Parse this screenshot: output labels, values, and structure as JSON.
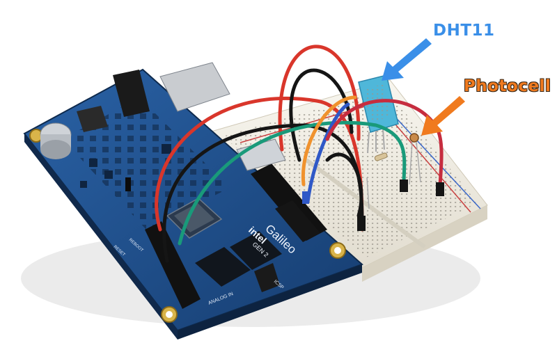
{
  "labels": {
    "dht11": "DHT11",
    "photocell": "Photocell"
  },
  "board_text": {
    "brand": "intel",
    "product": "Galileo",
    "generation": "GEN 2",
    "analog_header": "ANALOG IN",
    "reset": "RESET",
    "reboot": "REBOOT",
    "icsp": "ICSP"
  },
  "colors": {
    "dht11_label": "#3a8fe8",
    "photocell_label": "#f07a1e",
    "board": "#1f4f8c",
    "breadboard": "#f2efe6",
    "dht11_sensor": "#4fb7d9"
  },
  "icons": {
    "dht11_pointer": "blue-arrow-icon",
    "photocell_pointer": "orange-arrow-icon"
  }
}
